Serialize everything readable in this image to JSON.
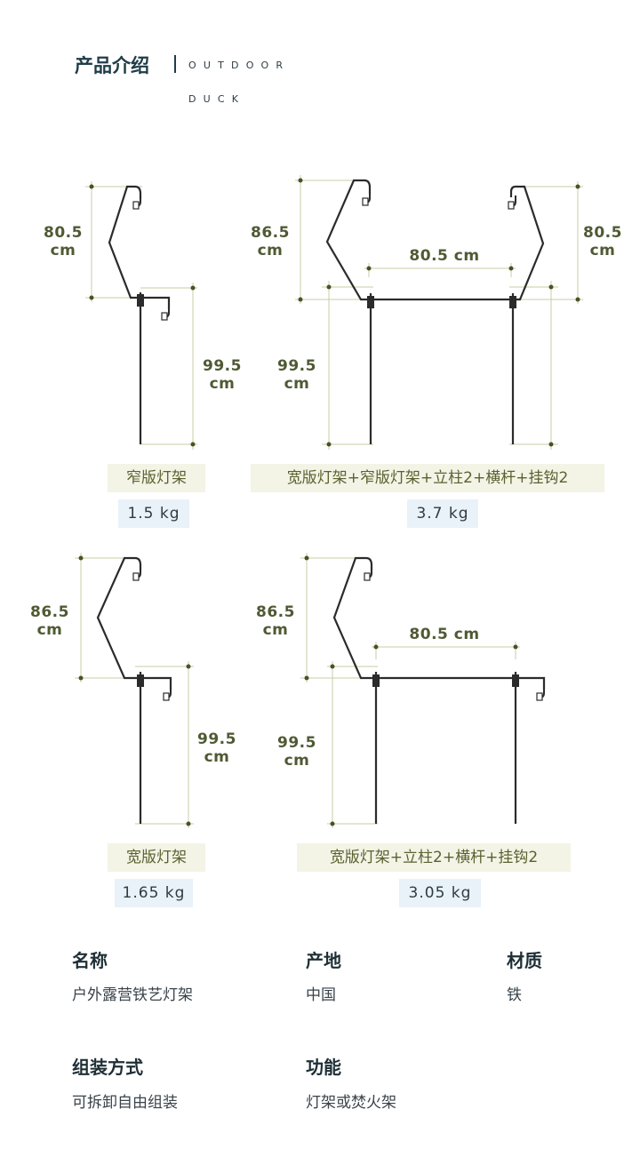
{
  "header": {
    "title": "产品介绍",
    "brand_line1": "OUTDOOR",
    "brand_line2": "DUCK"
  },
  "products": [
    {
      "name": "窄版灯架",
      "weight": "1.5 kg",
      "dims": [
        {
          "value": "80.5",
          "unit": "cm"
        },
        {
          "value": "99.5",
          "unit": "cm"
        }
      ]
    },
    {
      "name": "宽版灯架+窄版灯架+立柱2+横杆+挂钩2",
      "weight": "3.7 kg",
      "dims": [
        {
          "value": "86.5",
          "unit": "cm"
        },
        {
          "value": "80.5 cm"
        },
        {
          "value": "80.5",
          "unit": "cm"
        },
        {
          "value": "99.5",
          "unit": "cm"
        }
      ]
    },
    {
      "name": "宽版灯架",
      "weight": "1.65 kg",
      "dims": [
        {
          "value": "86.5",
          "unit": "cm"
        },
        {
          "value": "99.5",
          "unit": "cm"
        }
      ]
    },
    {
      "name": "宽版灯架+立柱2+横杆+挂钩2",
      "weight": "3.05 kg",
      "dims": [
        {
          "value": "86.5",
          "unit": "cm"
        },
        {
          "value": "80.5 cm"
        },
        {
          "value": "99.5",
          "unit": "cm"
        }
      ]
    }
  ],
  "specs": [
    {
      "label": "名称",
      "value": "户外露营铁艺灯架"
    },
    {
      "label": "产地",
      "value": "中国"
    },
    {
      "label": "材质",
      "value": "铁"
    },
    {
      "label": "组装方式",
      "value": "可拆卸自由组装"
    },
    {
      "label": "功能",
      "value": "灯架或焚火架"
    }
  ],
  "colors": {
    "dimension_line": "#c8cda6",
    "dimension_dot": "#4a5225",
    "rack": "#2b2b2b",
    "header": "#203d48"
  }
}
